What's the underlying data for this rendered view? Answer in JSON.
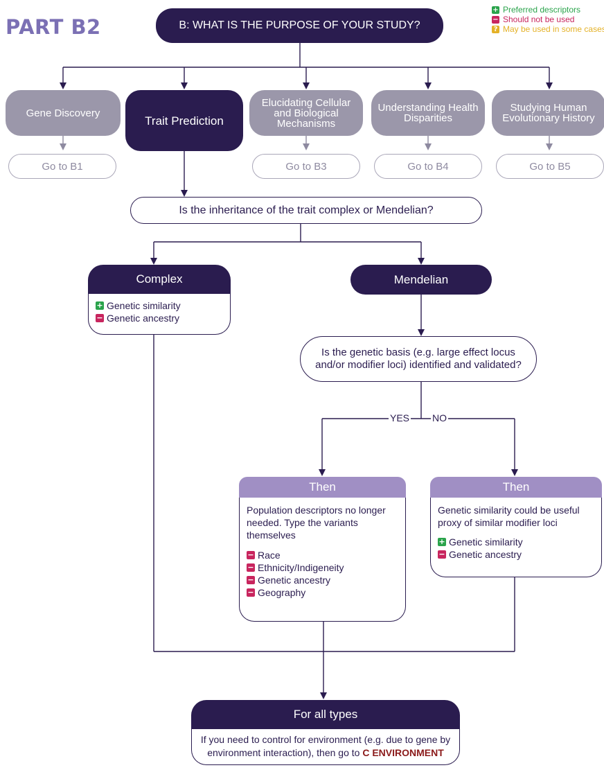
{
  "title": "PART B2",
  "root": "B: WHAT IS THE PURPOSE OF YOUR STUDY?",
  "legend": [
    {
      "icon": "plus",
      "label": "Preferred descriptors",
      "color": "#2aa34b"
    },
    {
      "icon": "minus",
      "label": "Should not be used",
      "color": "#c8255e"
    },
    {
      "icon": "question",
      "label": "May be used in some cases",
      "color": "#e4b127"
    }
  ],
  "purposes": [
    {
      "label": "Gene Discovery",
      "goto": "Go to B1"
    },
    {
      "label": "Trait Prediction"
    },
    {
      "label": "Elucidating Cellular and Biological Mechanisms",
      "goto": "Go to B3"
    },
    {
      "label": "Understanding Health Disparities",
      "goto": "Go to B4"
    },
    {
      "label": "Studying Human Evolutionary History",
      "goto": "Go to B5"
    }
  ],
  "question1": "Is the inheritance of the trait complex or Mendelian?",
  "complex": {
    "title": "Complex",
    "items": [
      {
        "icon": "plus",
        "label": "Genetic similarity"
      },
      {
        "icon": "minus",
        "label": "Genetic ancestry"
      }
    ]
  },
  "mendelian": {
    "title": "Mendelian"
  },
  "question2": "Is the genetic basis (e.g. large effect locus and/or modifier loci) identified and validated?",
  "yes_label": "YES",
  "no_label": "NO",
  "then_yes": {
    "title": "Then",
    "text": "Population descriptors no longer needed. Type the variants themselves",
    "items": [
      {
        "icon": "minus",
        "label": "Race"
      },
      {
        "icon": "minus",
        "label": "Ethnicity/Indigeneity"
      },
      {
        "icon": "minus",
        "label": "Genetic ancestry"
      },
      {
        "icon": "minus",
        "label": "Geography"
      }
    ]
  },
  "then_no": {
    "title": "Then",
    "text": "Genetic similarity could be useful proxy of similar modifier loci",
    "items": [
      {
        "icon": "plus",
        "label": "Genetic similarity"
      },
      {
        "icon": "minus",
        "label": "Genetic ancestry"
      }
    ]
  },
  "final": {
    "title": "For all types",
    "text": "If you need to control for environment (e.g. due to gene by environment interaction), then go to",
    "link": "C ENVIRONMENT"
  }
}
